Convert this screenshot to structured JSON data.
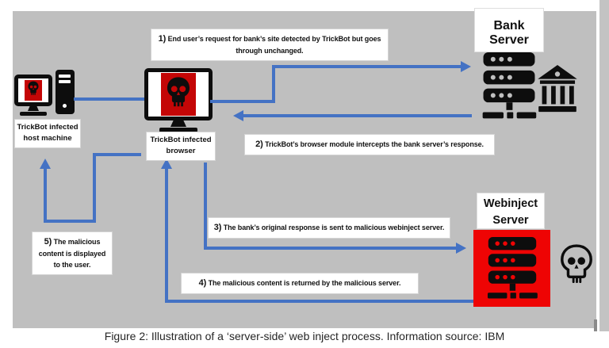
{
  "figure": {
    "caption": "Figure 2: Illustration of a ‘server-side’ web inject process. Information source: IBM"
  },
  "nodes": {
    "host": {
      "lines": [
        "TrickBot infected",
        "host machine"
      ]
    },
    "browser": {
      "lines": [
        "TrickBot infected",
        "browser"
      ]
    },
    "bank": {
      "label": "Bank Server"
    },
    "webinject": {
      "lines": [
        "Webinject",
        "Server"
      ]
    }
  },
  "steps": [
    {
      "num": "1)",
      "text": "End user’s request for bank’s site detected by TrickBot but goes through unchanged."
    },
    {
      "num": "2)",
      "text": "TrickBot’s browser module intercepts the bank server’s response."
    },
    {
      "num": "3)",
      "text": "The bank’s original response is sent to malicious webinject server."
    },
    {
      "num": "4)",
      "text": "The malicious content is returned by the malicious server."
    },
    {
      "num": "5)",
      "text": "The malicious content is displayed to the user."
    }
  ],
  "icons": {
    "host": "infected-computer-with-tower",
    "browser": "infected-monitor-skull",
    "bank": "server-rack-and-bank-building",
    "webinject": "red-server-rack-and-skull"
  },
  "colors": {
    "canvas_bg": "#bfbfbf",
    "arrow_blue": "#4472c4",
    "screen_red": "#c40606",
    "webinject_red": "#ee0404"
  }
}
